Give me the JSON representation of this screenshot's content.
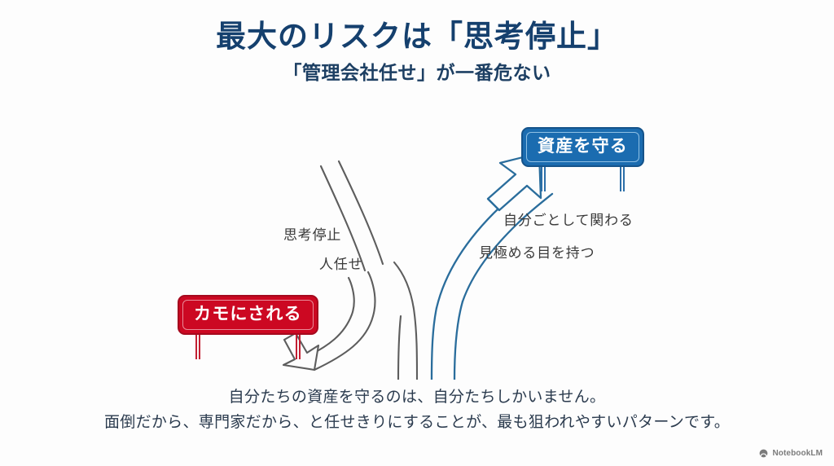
{
  "slide": {
    "background_color": "#fdfdfd",
    "title": "最大のリスクは「思考停止」",
    "subtitle": "「管理会社任せ」が一番危ない",
    "title_color": "#15406e"
  },
  "diagram": {
    "type": "forked-road",
    "signs": [
      {
        "id": "protect",
        "label": "資産を守る",
        "color": "#1b6cb0",
        "border_color": "#15538a",
        "text_color": "#ffffff",
        "branch": "right"
      },
      {
        "id": "duped",
        "label": "カモにされる",
        "color": "#cc0822",
        "border_color": "#a50a1e",
        "text_color": "#ffffff",
        "branch": "left"
      }
    ],
    "captions": {
      "left_branch": [
        "思考停止",
        "人任せ"
      ],
      "right_branch": [
        "自分ごとして関わる",
        "見極める目を持つ"
      ]
    },
    "arrows": [
      {
        "id": "left-arrow",
        "color": "#595959",
        "direction": "down-left",
        "target": "カモにされる"
      },
      {
        "id": "right-arrow",
        "color": "#2a6d9c",
        "direction": "up-right",
        "target": "資産を守る"
      }
    ]
  },
  "footer": {
    "lines": [
      "自分たちの資産を守るのは、自分たちしかいません。",
      "面倒だから、専門家だから、と任せきりにすることが、最も狙われやすいパターンです。"
    ],
    "text_color": "#2b3b4e"
  },
  "watermark": {
    "icon": "notebooklm-logo-icon",
    "text": "NotebookLM"
  }
}
